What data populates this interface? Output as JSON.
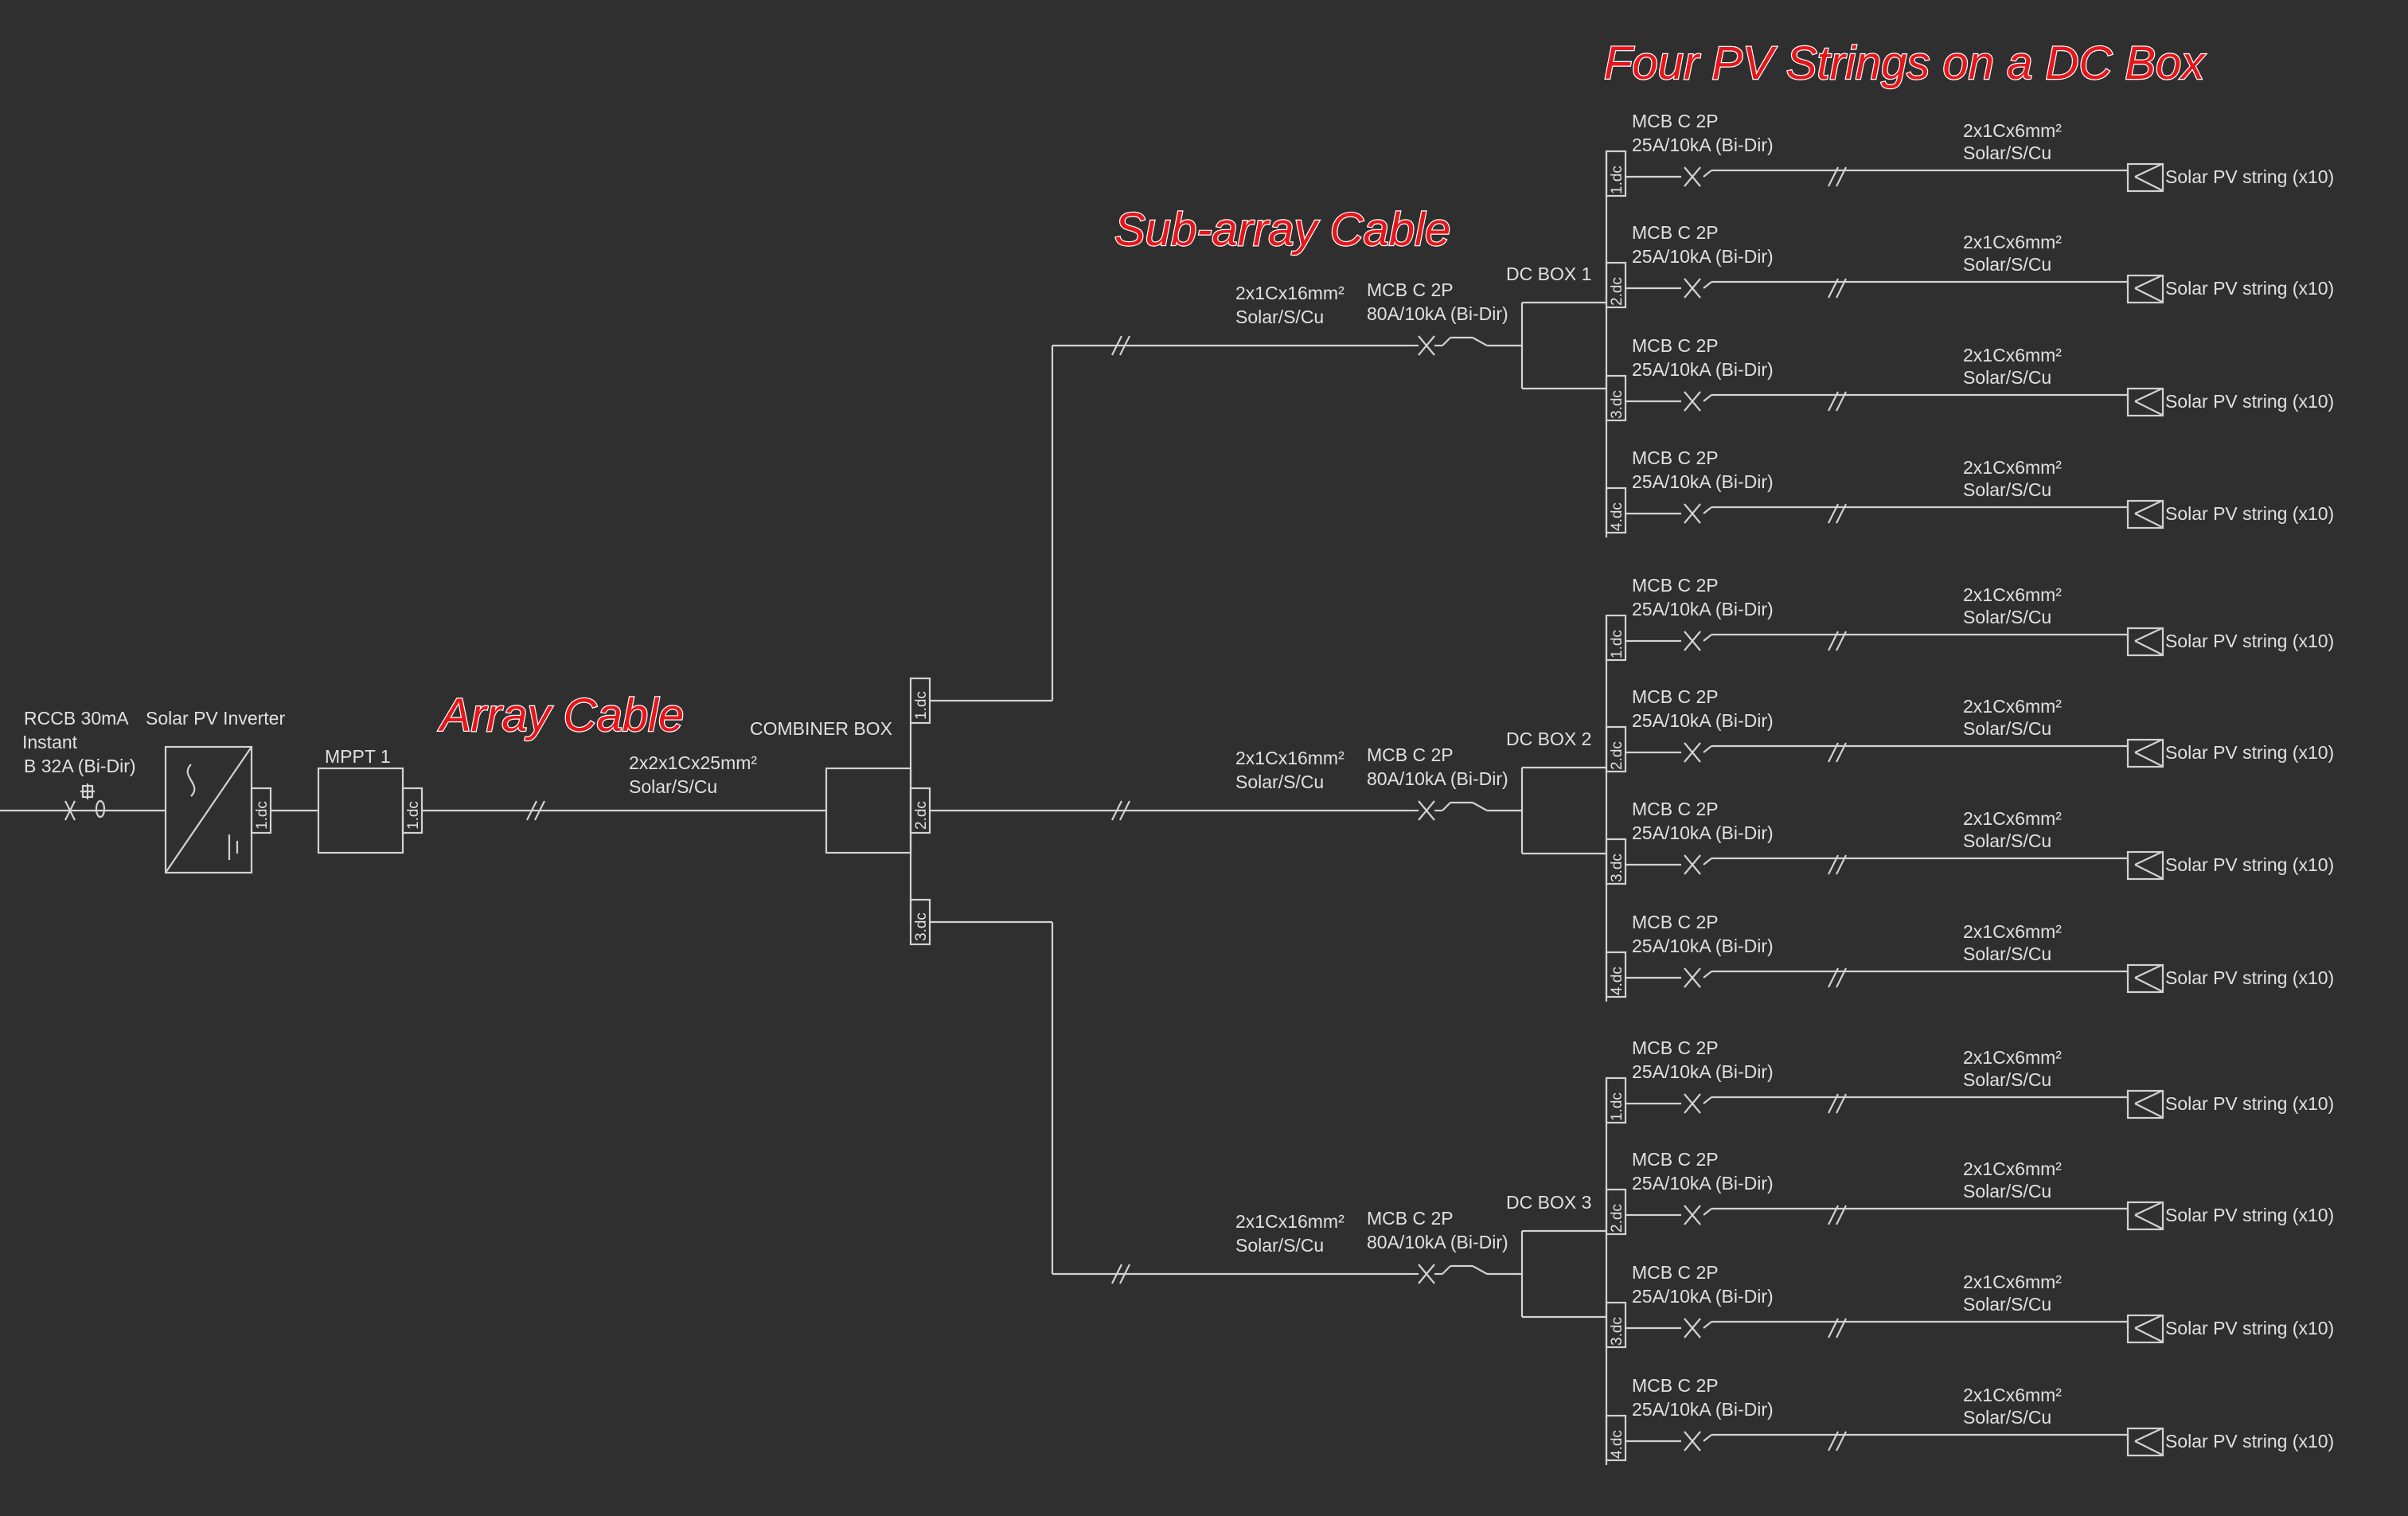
{
  "colors": {
    "background": "#2f2f2f",
    "line": "#d2d2d2",
    "text": "#e1e1e1",
    "annotation": "#e5161b",
    "annotation_outline": "#ffffff"
  },
  "annotations": {
    "title": "Four PV Strings on a DC Box",
    "subarray": "Sub-array Cable",
    "array": "Array Cable"
  },
  "rccb": {
    "line1": "RCCB 30mA",
    "line2": "Instant",
    "line3": "B 32A (Bi-Dir)"
  },
  "inverter": {
    "label": "Solar PV Inverter",
    "port": "1.dc"
  },
  "mppt": {
    "label": "MPPT 1",
    "port": "1.dc"
  },
  "array_cable": {
    "line1": "2x2x1Cx25mm²",
    "line2": "Solar/S/Cu"
  },
  "combiner": {
    "label": "COMBINER BOX",
    "ports": [
      "1.dc",
      "2.dc",
      "3.dc"
    ]
  },
  "subarrays": [
    {
      "cable1": "2x1Cx16mm²",
      "cable2": "Solar/S/Cu",
      "mcb1": "MCB C 2P",
      "mcb2": "80A/10kA (Bi-Dir)",
      "box": "DC BOX 1"
    },
    {
      "cable1": "2x1Cx16mm²",
      "cable2": "Solar/S/Cu",
      "mcb1": "MCB C 2P",
      "mcb2": "80A/10kA (Bi-Dir)",
      "box": "DC BOX 2"
    },
    {
      "cable1": "2x1Cx16mm²",
      "cable2": "Solar/S/Cu",
      "mcb1": "MCB C 2P",
      "mcb2": "80A/10kA (Bi-Dir)",
      "box": "DC BOX 3"
    }
  ],
  "string": {
    "mcb1": "MCB C 2P",
    "mcb2": "25A/10kA (Bi-Dir)",
    "cable1": "2x1Cx6mm²",
    "cable2": "Solar/S/Cu",
    "pv": "Solar PV string (x10)",
    "ports": [
      "1.dc",
      "2.dc",
      "3.dc",
      "4.dc"
    ]
  }
}
